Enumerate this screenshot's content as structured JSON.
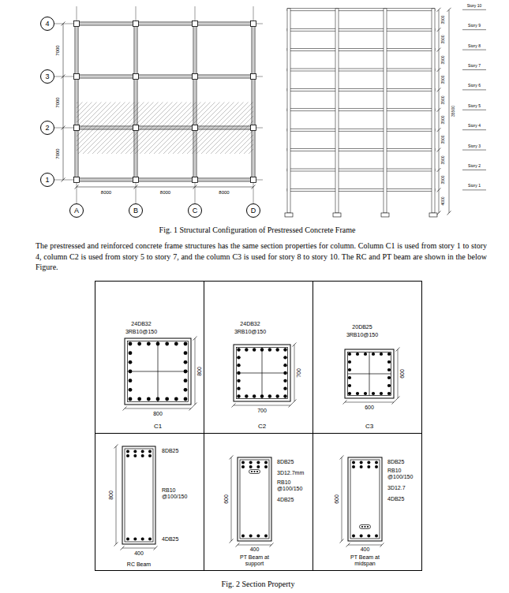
{
  "diagram": {
    "nodes": [
      {
        "text": [
          "4"
        ]
      },
      {
        "text": [
          "3"
        ]
      },
      {
        "text": [
          "2"
        ]
      },
      {
        "text": [
          "1"
        ]
      },
      {
        "text": [
          "A"
        ]
      },
      {
        "text": [
          "B"
        ]
      },
      {
        "text": [
          "C"
        ]
      },
      {
        "text": [
          "D"
        ]
      },
      {
        "text": [
          "24DB32",
          "3RB10@150",
          "800",
          "800",
          "C1"
        ]
      },
      {
        "text": [
          "24DB32",
          "3RB10@150",
          "700",
          "700",
          "C2"
        ]
      },
      {
        "text": [
          "20DB25",
          "3RB10@150",
          "600",
          "600",
          "C3"
        ]
      },
      {
        "text": [
          "8DB25",
          "RB10 @100/150",
          "4DB25",
          "800",
          "400",
          "RC Beam"
        ]
      },
      {
        "text": [
          "8DB25",
          "3D12.7mm",
          "RB10 @100/150",
          "4DB25",
          "600",
          "400",
          "PT Beam at support"
        ]
      },
      {
        "text": [
          "8DB25",
          "RB10 @100/150",
          "3D12.7",
          "4DB25",
          "600",
          "400",
          "PT Beam at midspan"
        ]
      }
    ],
    "labels": [
      "7000",
      "7000",
      "7000",
      "8000",
      "8000",
      "8000",
      "Story 10",
      "Story 9",
      "Story 8",
      "Story 7",
      "Story 6",
      "Story 5",
      "Story 4",
      "Story 3",
      "Story 2",
      "Story 1",
      "3500",
      "3500",
      "3500",
      "3500",
      "3500",
      "3500",
      "3500",
      "3500",
      "3500",
      "4000",
      "35500",
      "Fig. 1 Structural Configuration of Prestressed Concrete Frame",
      "The prestressed and reinforced concrete frame structures has the same section properties for column. Column C1 is used from story 1 to story 4, column C2 is used from story 5 to story 7, and the column C3 is used for story 8 to story 10. The RC and PT beam are shown in the below Figure.",
      "Fig. 2 Section Property"
    ]
  }
}
